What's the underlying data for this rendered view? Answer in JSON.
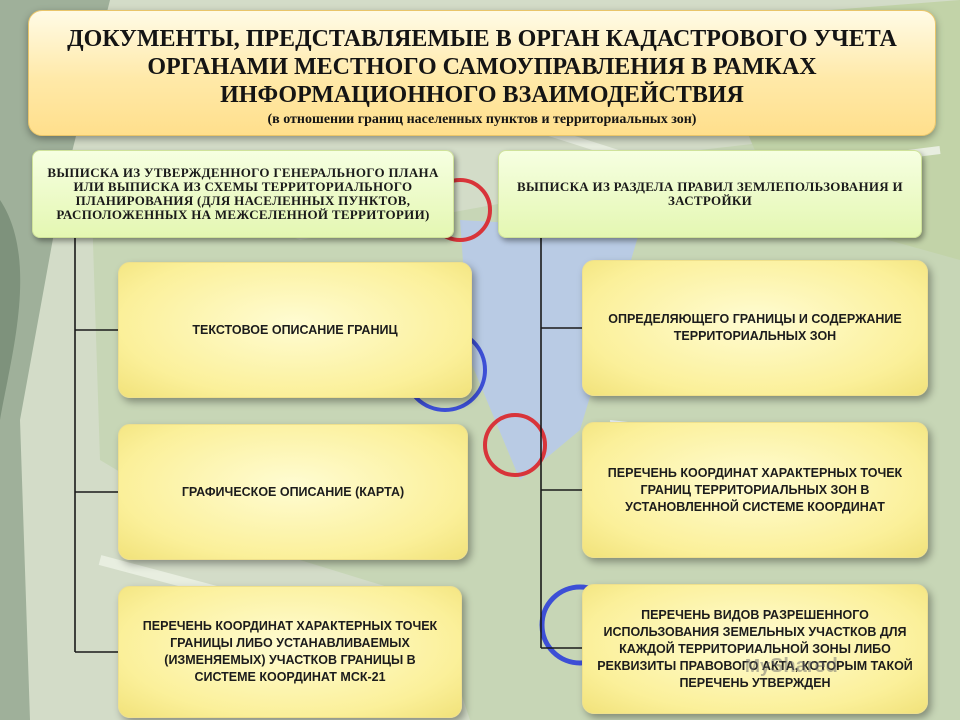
{
  "title": {
    "main": "ДОКУМЕНТЫ, ПРЕДСТАВЛЯЕМЫЕ В ОРГАН КАДАСТРОВОГО УЧЕТА ОРГАНАМИ МЕСТНОГО САМОУПРАВЛЕНИЯ В РАМКАХ ИНФОРМАЦИОННОГО ВЗАИМОДЕЙСТВИЯ",
    "subtitle": "(в отношении границ населенных пунктов и территориальных зон)"
  },
  "left": {
    "header": "ВЫПИСКА ИЗ УТВЕРЖДЕННОГО ГЕНЕРАЛЬНОГО ПЛАНА ИЛИ ВЫПИСКА ИЗ СХЕМЫ ТЕРРИТОРИАЛЬНОГО ПЛАНИРОВАНИЯ (ДЛЯ НАСЕЛЕННЫХ ПУНКТОВ, РАСПОЛОЖЕННЫХ НА МЕЖСЕЛЕННОЙ ТЕРРИТОРИИ)",
    "items": [
      "ТЕКСТОВОЕ ОПИСАНИЕ ГРАНИЦ",
      "ГРАФИЧЕСКОЕ ОПИСАНИЕ (КАРТА)",
      "ПЕРЕЧЕНЬ КООРДИНАТ ХАРАКТЕРНЫХ ТОЧЕК ГРАНИЦЫ ЛИБО УСТАНАВЛИВАЕМЫХ (ИЗМЕНЯЕМЫХ) УЧАСТКОВ ГРАНИЦЫ В СИСТЕМЕ КООРДИНАТ МСК-21"
    ]
  },
  "right": {
    "header": "ВЫПИСКА ИЗ РАЗДЕЛА ПРАВИЛ ЗЕМЛЕПОЛЬЗОВАНИЯ И ЗАСТРОЙКИ",
    "items": [
      "ОПРЕДЕЛЯЮЩЕГО ГРАНИЦЫ И СОДЕРЖАНИЕ ТЕРРИТОРИАЛЬНЫХ ЗОН",
      "ПЕРЕЧЕНЬ КООРДИНАТ ХАРАКТЕРНЫХ ТОЧЕК ГРАНИЦ ТЕРРИТОРИАЛЬНЫХ ЗОН В УСТАНОВЛЕННОЙ СИСТЕМЕ КООРДИНАТ",
      "ПЕРЕЧЕНЬ ВИДОВ РАЗРЕШЕННОГО ИСПОЛЬЗОВАНИЯ ЗЕМЕЛЬНЫХ УЧАСТКОВ ДЛЯ КАЖДОЙ ТЕРРИТОРИАЛЬНОЙ ЗОНЫ ЛИБО РЕКВИЗИТЫ ПРАВОВОГО АКТА, КОТОРЫМ ТАКОЙ ПЕРЕЧЕНЬ УТВЕРЖДЕН"
    ]
  },
  "watermark": {
    "prefix": "My",
    "brand": "Shared"
  },
  "colors": {
    "title_bg": "#ffe9a8",
    "header_bg": "#e4f7b2",
    "card_bg": "#fbf09a",
    "connector": "#1a1a1a"
  }
}
